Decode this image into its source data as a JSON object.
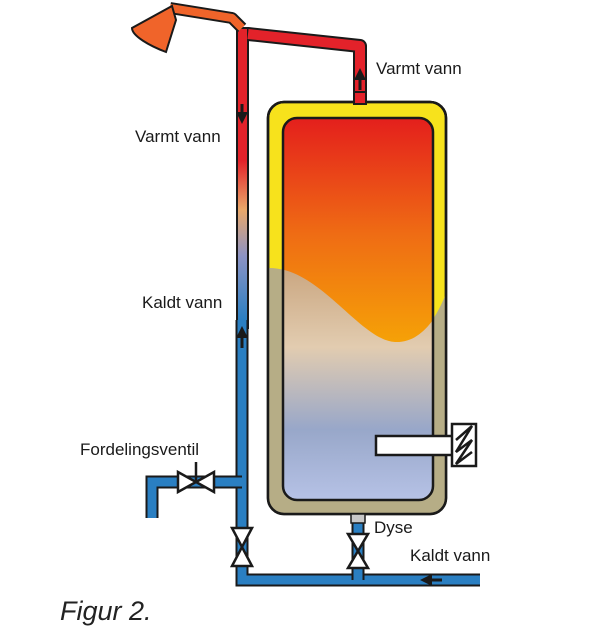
{
  "labels": {
    "hot_water_top": "Varmt vann",
    "hot_water_riser": "Varmt vann",
    "cold_water_riser": "Kaldt vann",
    "distribution_valve": "Fordelingsventil",
    "nozzle": "Dyse",
    "cold_water_inlet": "Kaldt vann"
  },
  "caption": "Figur 2.",
  "colors": {
    "hot": "#e3222a",
    "cold": "#2a7fc2",
    "shower_head": "#f0642a",
    "insulation": "#f7e21c",
    "lower_jacket": "#b6ad86",
    "outline": "#1a1a1a"
  },
  "icons": [
    "shower-head-icon",
    "valve-icon",
    "heating-element-icon",
    "flow-arrow-icon"
  ]
}
